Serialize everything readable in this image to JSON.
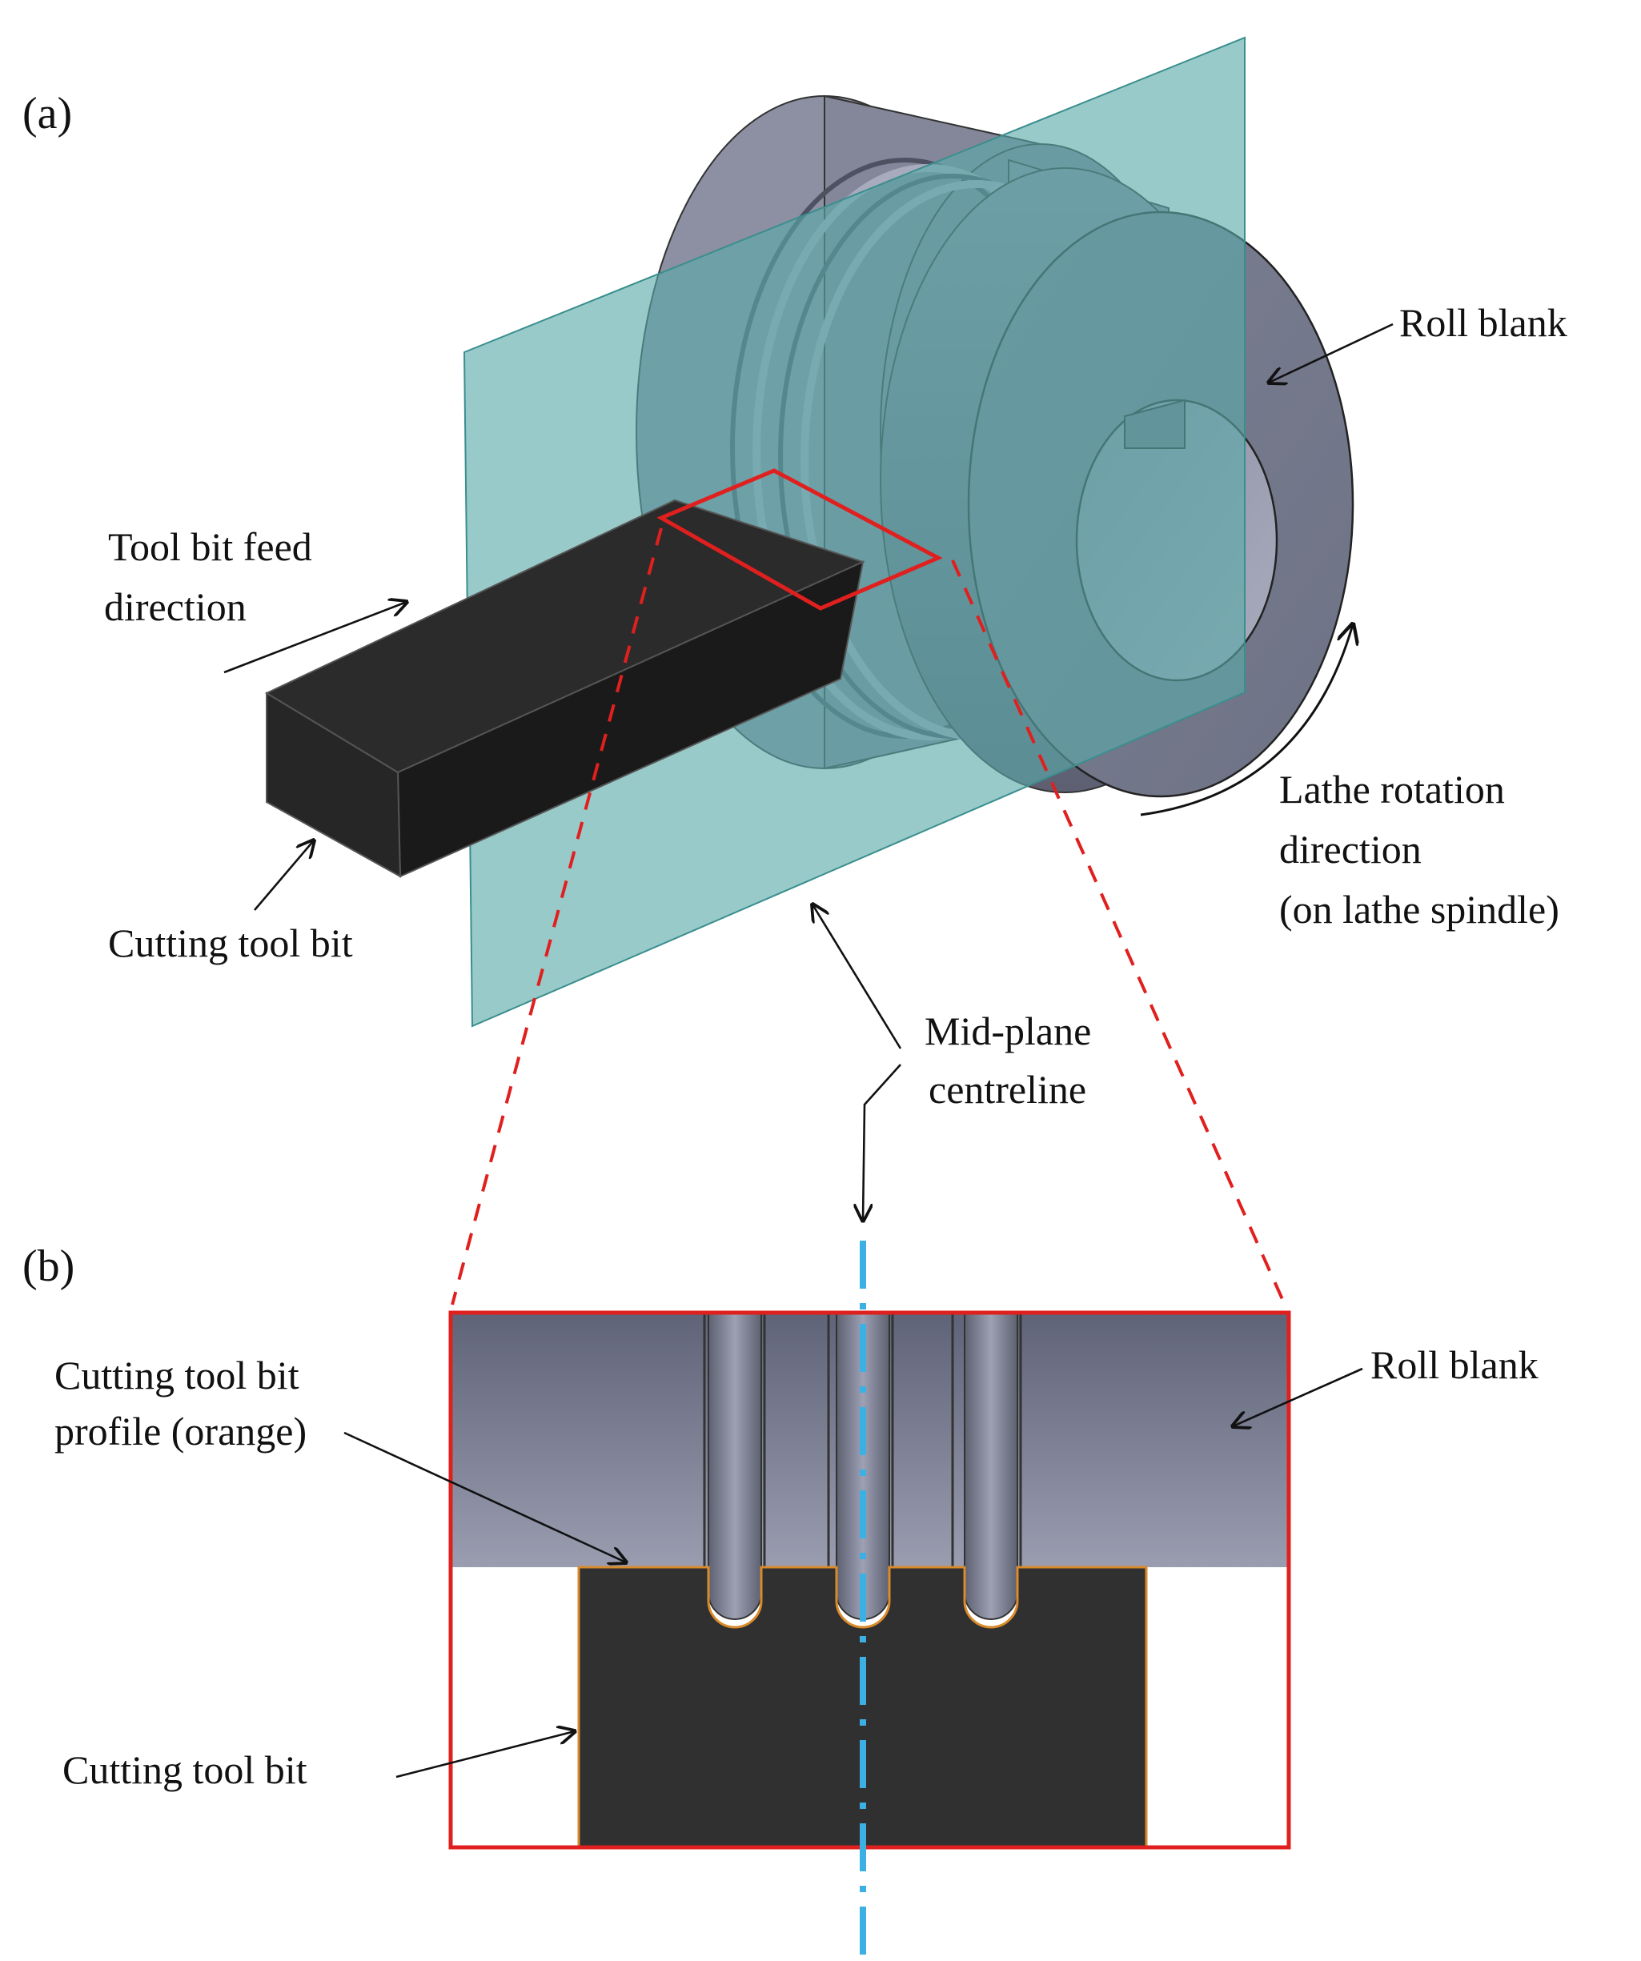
{
  "panels": {
    "a": {
      "label": "(a)"
    },
    "b": {
      "label": "(b)"
    }
  },
  "labels": {
    "roll_blank_a": "Roll blank",
    "tool_feed_line1": "Tool bit feed",
    "tool_feed_line2": "direction",
    "cutting_tool_bit_a": "Cutting tool bit",
    "lathe_rotation_line1": "Lathe rotation",
    "lathe_rotation_line2": "direction",
    "lathe_rotation_line3": "(on lathe spindle)",
    "midplane_line1": "Mid-plane",
    "midplane_line2": "centreline",
    "roll_blank_b": "Roll blank",
    "profile_line1": "Cutting tool bit",
    "profile_line2": "profile (orange)",
    "cutting_tool_bit_b": "Cutting tool bit"
  },
  "colors": {
    "midplane": "#7fbcbc",
    "roll_blank": "#7b7f90",
    "tool_bit": "#222222",
    "zoom_box": "#e0201e",
    "centreline": "#3db0e3",
    "tool_profile": "#d98a2b"
  }
}
